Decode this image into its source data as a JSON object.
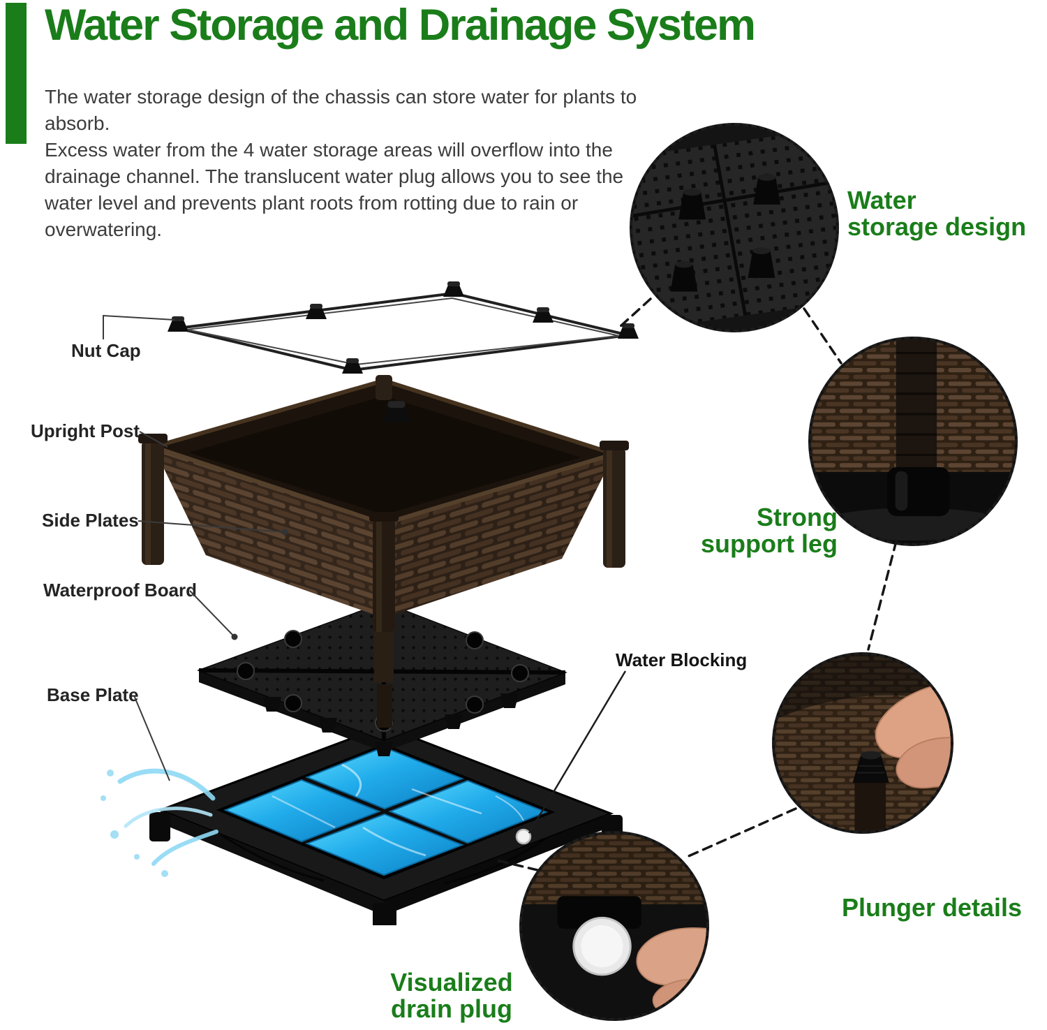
{
  "header": {
    "title": "Water Storage and Drainage System"
  },
  "intro": {
    "para1": "The water storage design of the chassis can store water for plants to absorb.",
    "para2": "Excess water from the 4 water storage areas will overflow into the drainage channel. The translucent water plug allows you to see the water level and prevents plant roots from rotting due to rain or overwatering."
  },
  "diagram": {
    "labels": [
      "Nut Cap",
      "Upright Post",
      "Side Plates",
      "Waterproof Board",
      "Base Plate"
    ],
    "water_blocking": "Water Blocking"
  },
  "callouts": [
    {
      "name": "water-storage-design",
      "lines": [
        "Water",
        "storage design"
      ]
    },
    {
      "name": "strong-support-leg",
      "lines": [
        "Strong",
        "support leg"
      ]
    },
    {
      "name": "plunger-details",
      "lines": [
        "Plunger details"
      ]
    },
    {
      "name": "visualized-drain-plug",
      "lines": [
        "Visualized",
        "drain plug"
      ]
    }
  ],
  "colors": {
    "title_green": "#1a7d1a",
    "callout_green": "#1a7d1a",
    "body_text": "#3c3c3c",
    "part_label": "#242424",
    "water_blue": "#21aceb",
    "planter_brown": "#34261b"
  }
}
